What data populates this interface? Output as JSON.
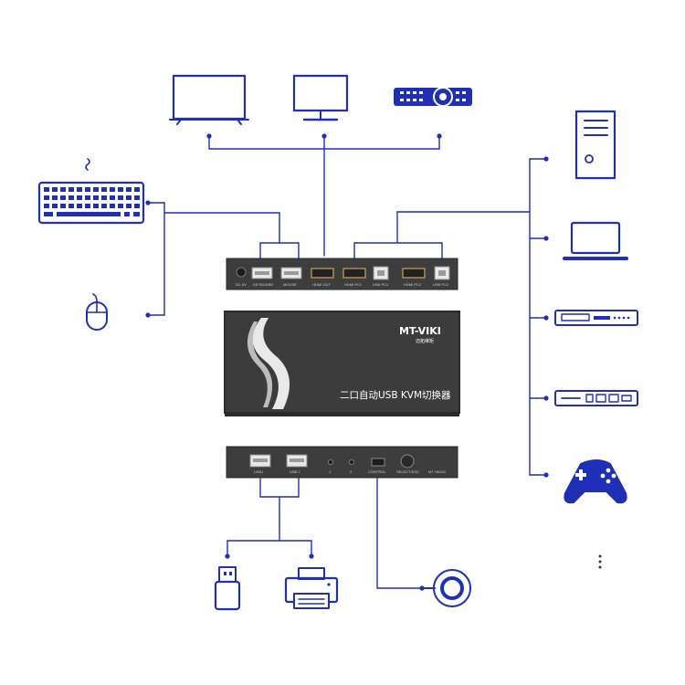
{
  "device": {
    "brand": "MT-VIKI",
    "brand_cn": "迈拓维矩",
    "product_title": "二口自动USB KVM切换器",
    "model": "MT HK201",
    "back_ports": [
      "DC 5V",
      "KEYBOARD",
      "MOUSE",
      "HDMI OUT",
      "HDMI PC1",
      "USB PC1",
      "HDMI PC2",
      "USB PC2"
    ],
    "front_ports": [
      "USB1",
      "USB 2",
      "1",
      "2",
      "CONTROL",
      "SELECT/ESC"
    ]
  },
  "colors": {
    "accent": "#1f2fb6",
    "device_body": "#3a3a3a",
    "device_panel": "#4a4a4a"
  },
  "icons": {
    "displays": [
      "tv-icon",
      "monitor-icon",
      "projector-icon"
    ],
    "computers": [
      "desktop-tower-icon",
      "laptop-icon",
      "set-top-box-icon",
      "nvr-box-icon",
      "gamepad-icon"
    ],
    "inputs": [
      "keyboard-icon",
      "mouse-icon"
    ],
    "usb_devices": [
      "usb-drive-icon",
      "printer-icon"
    ],
    "controller": "wired-remote-icon",
    "extra": "more-vertical-icon"
  }
}
